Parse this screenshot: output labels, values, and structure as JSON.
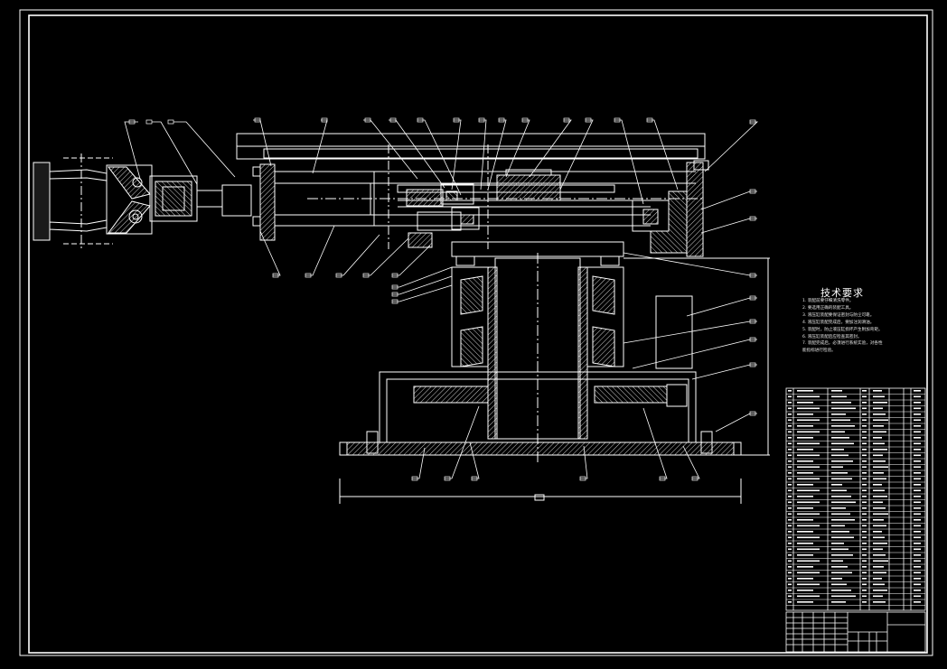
{
  "drawing": {
    "line_color": "#ffffff",
    "background_color": "#000000",
    "highlight_color": "#ffff00"
  },
  "tech_requirements": {
    "title": "技术要求",
    "items": [
      "1. 装配前要仔细清洗零件。",
      "2. 要选用正确的装配工具。",
      "3. 液压缸装配要保证密封与防尘可靠。",
      "4. 液压缸装配完成后，要加注润滑油。",
      "5. 装配时，防止液压缸损坏产生附加弯矩。",
      "6. 液压缸装配后应检查其密封。",
      "7. 装配完成后，必须进行系统实验，对各性",
      "能指标进行检验。"
    ]
  }
}
